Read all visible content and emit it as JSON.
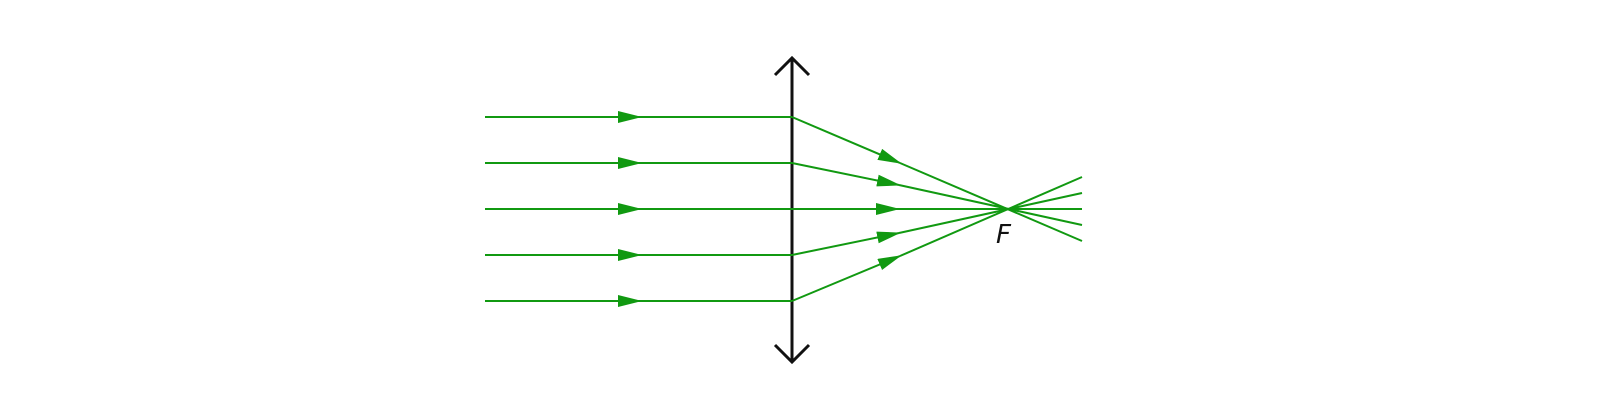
{
  "diagram": {
    "focal_point_label": "F",
    "colors": {
      "ray": "#119911",
      "lens": "#111111",
      "label": "#111111",
      "background": "#ffffff"
    },
    "lens": {
      "type": "converging",
      "arrowheads": "both-ends-outward"
    },
    "rays": {
      "count": 5,
      "direction": "left-to-right",
      "incoming": "parallel-to-axis",
      "outgoing": "converge-at-focal-point-then-diverge"
    }
  }
}
